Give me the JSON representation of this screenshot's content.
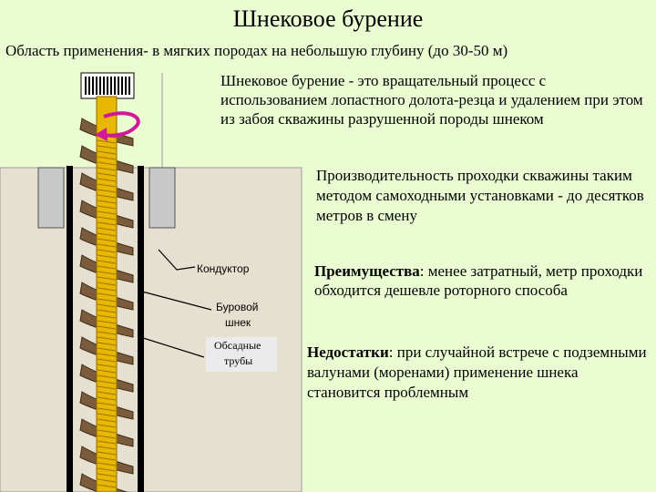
{
  "title": "Шнековое бурение",
  "intro": "Область применения- в мягких породах на небольшую глубину (до 30-50 м)",
  "definition": "Шнековое бурение - это вращательный процесс с использованием лопастного долота-резца и удалением при этом из забоя скважины разрушенной породы шнеком",
  "performance": "Производительность проходки скважины таким методом самоходными установками - до десятков метров в смену",
  "advantages": {
    "heading": "Преимущества",
    "text": ": менее затратный, метр проходки обходится дешевле роторного способа"
  },
  "disadvantages": {
    "heading": "Недостатки",
    "text": ": при случайной встрече с подземными валунами (моренами) применение шнека становится проблемным"
  },
  "diagram_labels": {
    "conductor": "Кондуктор",
    "auger_line1": "Буровой",
    "auger_line2": "шнек",
    "casing_line1": "Обсадные",
    "casing_line2": "трубы"
  },
  "colors": {
    "background": "#ecfcd2",
    "ground": "#e6e0d0",
    "flight": "#7a5c3c",
    "shaft": "#e8b800",
    "arrow": "#d01898",
    "casing": "#000000",
    "conductor": "#c8c8c8"
  }
}
